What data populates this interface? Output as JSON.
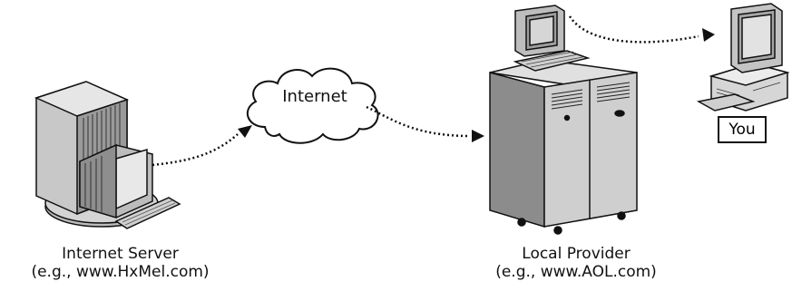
{
  "cloud": {
    "label": "Internet"
  },
  "server": {
    "name": "Internet Server",
    "example": "(e.g., www.HxMel.com)"
  },
  "provider": {
    "name": "Local Provider",
    "example": "(e.g., www.AOL.com)"
  },
  "user": {
    "label": "You"
  }
}
